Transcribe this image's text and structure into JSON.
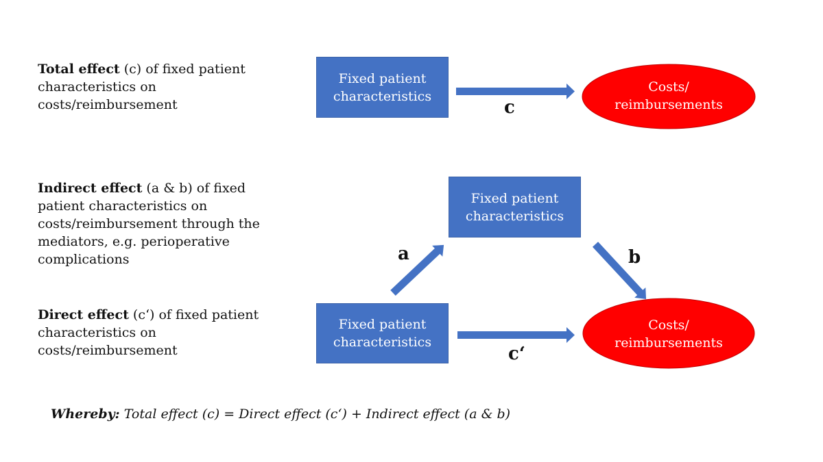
{
  "descriptions": {
    "total": {
      "bold": "Total effect",
      "rest": " (c) of fixed patient characteristics on costs/reimbursement"
    },
    "indirect": {
      "bold": "Indirect effect",
      "rest": " (a & b) of fixed patient characteristics on costs/reimbursement through the mediators, e.g. perioperative complications"
    },
    "direct": {
      "bold": "Direct effect",
      "rest": " (c‘) of fixed patient characteristics on costs/reimbursement"
    }
  },
  "nodes": {
    "top_source": "Fixed patient characteristics",
    "mediator": "Fixed patient characteristics",
    "bottom_source": "Fixed patient characteristics",
    "top_outcome_line1": "Costs/",
    "top_outcome_line2": "reimbursements",
    "bottom_outcome_line1": "Costs/",
    "bottom_outcome_line2": "reimbursements"
  },
  "edges": {
    "c": "c",
    "a": "a",
    "b": "b",
    "c_prime": "c‘"
  },
  "formula": {
    "bold": "Whereby:",
    "rest": " Total effect (c) = Direct effect (c‘) + Indirect effect (a & b)"
  },
  "colors": {
    "box": "#4472c4",
    "arrow": "#4472c4",
    "outcome": "#ff0000"
  }
}
